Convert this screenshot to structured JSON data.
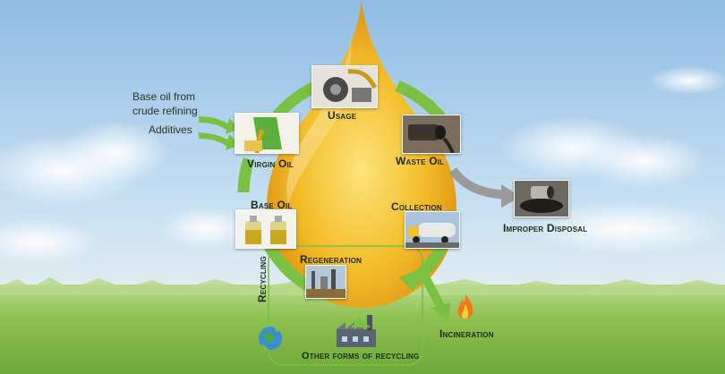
{
  "inputs": {
    "base_oil_line1": "Base oil from",
    "base_oil_line2": "crude refining",
    "additives": "Additives"
  },
  "stages": {
    "usage": "Usage",
    "virgin_oil": "Virgin Oil",
    "waste_oil": "Waste Oil",
    "base_oil": "Base Oil",
    "collection": "Collection",
    "regeneration": "Regeneration",
    "improper_disposal": "Improper Disposal",
    "recycling": "Recycling",
    "incineration": "Incineration",
    "other_forms": "Other forms of recycling"
  },
  "colors": {
    "cycle_arrow": "#7ac143",
    "disposal_arrow": "#9a9a9a",
    "oil_drop": "#f2b51e",
    "sky": "#bcd9ef",
    "grass": "#8fbf4a"
  }
}
